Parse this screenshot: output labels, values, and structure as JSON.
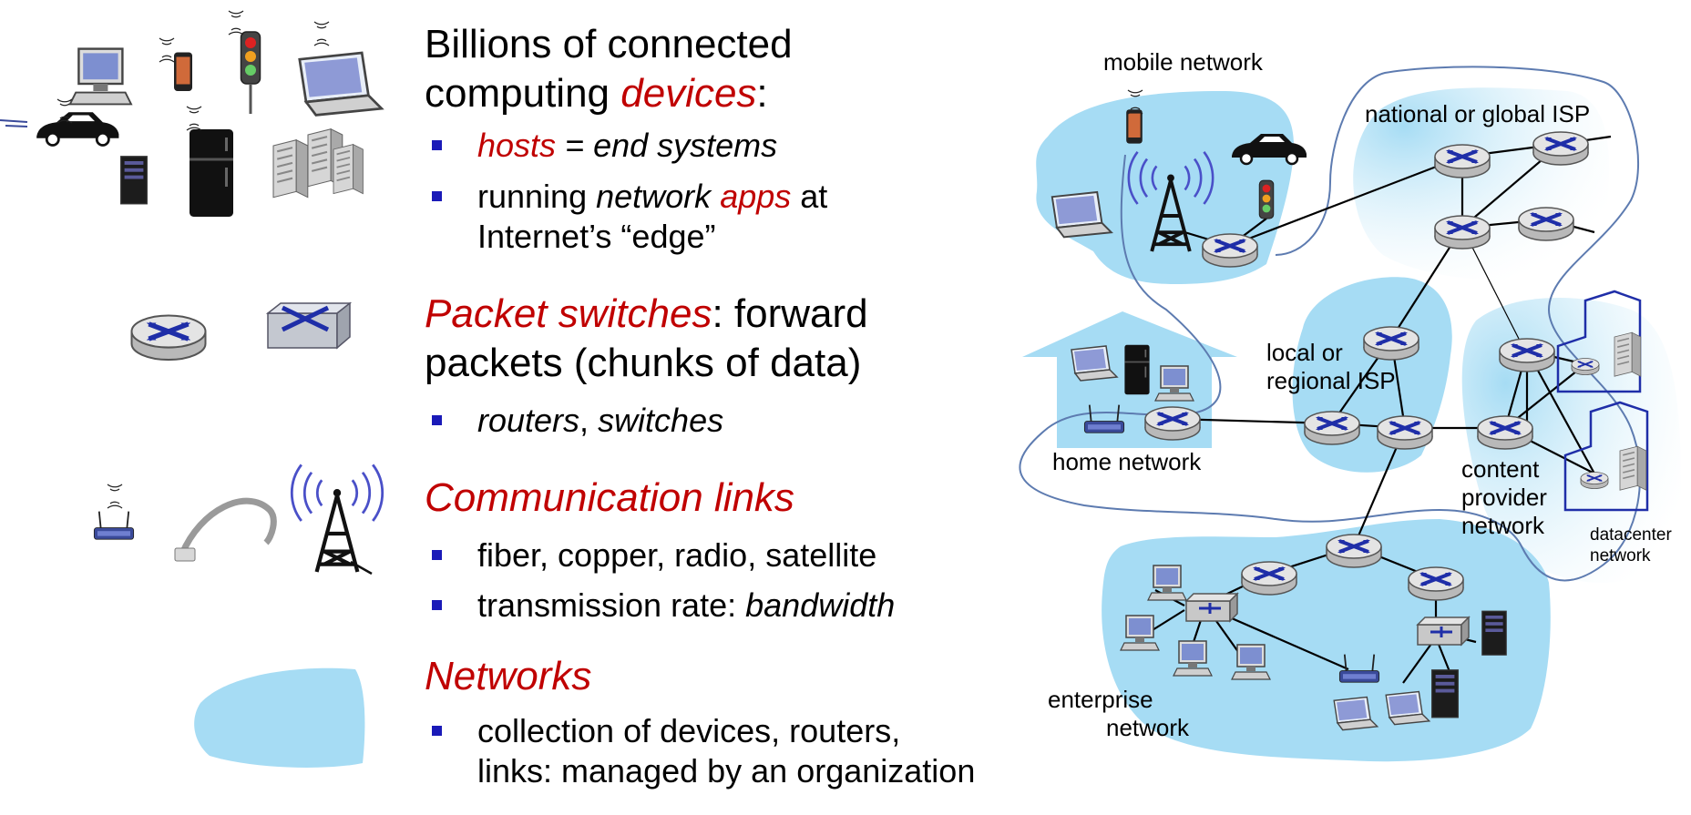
{
  "sections": {
    "devices": {
      "heading_line1": "Billions of connected",
      "heading_line2_prefix": "computing ",
      "heading_line2_term": "devices",
      "heading_line2_suffix": ":",
      "bullet1_term": "hosts",
      "bullet1_rest": " = end systems",
      "bullet2_a": "running ",
      "bullet2_b": "network",
      "bullet2_c": " ",
      "bullet2_d": "apps",
      "bullet2_e": " at",
      "bullet2_line2": "Internet’s “edge”"
    },
    "switches": {
      "heading_term": "Packet switches",
      "heading_rest": ": forward",
      "heading_line2": "packets (chunks of data)",
      "bullet1_a": "routers",
      "bullet1_b": ", ",
      "bullet1_c": "switches"
    },
    "links": {
      "heading": "Communication links",
      "bullet1": "fiber, copper, radio, satellite",
      "bullet2_a": "transmission rate: ",
      "bullet2_b": "bandwidth"
    },
    "networks": {
      "heading": "Networks",
      "bullet1_line1": "collection of devices, routers,",
      "bullet1_line2": "links: managed by an organization"
    }
  },
  "diagram": {
    "labels": {
      "mobile": "mobile network",
      "national": "national or global ISP",
      "local_line1": "local or",
      "local_line2": "regional ISP",
      "home": "home network",
      "content_line1": "content",
      "content_line2": "provider",
      "content_line3": "network",
      "datacenter_line1": "datacenter",
      "datacenter_line2": "network",
      "enterprise_line1": "enterprise",
      "enterprise_line2": "network"
    }
  },
  "colors": {
    "accent_red": "#c00000",
    "bullet_blue": "#1a1ab8",
    "network_blue": "#a6dcf4",
    "router_arrow": "#1f2ea8"
  }
}
